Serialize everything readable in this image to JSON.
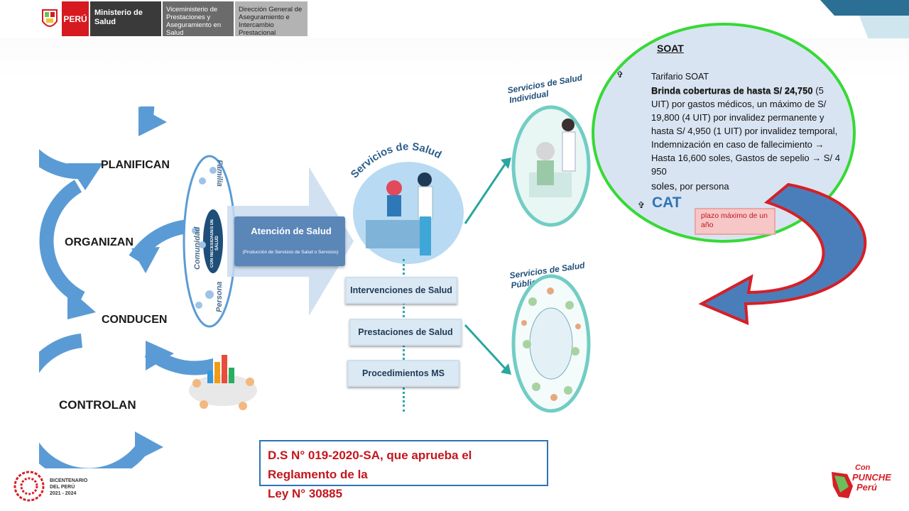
{
  "header": {
    "peru_label": "PERÚ",
    "ministry": "Ministerio de Salud",
    "viceministry": "Viceministerio de Prestaciones y Aseguramiento en Salud",
    "direction": "Dirección General de Aseguramiento e Intercambio Prestacional"
  },
  "cycle": {
    "items": [
      "PLANIFICAN",
      "ORGANIZAN",
      "CONDUCEN",
      "CONTROLAN"
    ]
  },
  "needs_circle": {
    "center": "CON NECESIDADES DE SALUD",
    "family": "Familia",
    "community": "Comunidad",
    "person": "Persona"
  },
  "attention": {
    "title": "Atención de Salud",
    "subtitle": "(Producción de Servicios de Salud o Servicios)"
  },
  "services": {
    "arc_title": "Servicios de Salud",
    "individual": "Servicios de Salud Individual",
    "public": "Servicios de Salud Pública",
    "boxes": [
      "Intervenciones de Salud",
      "Prestaciones de Salud",
      "Procedimientos MS"
    ]
  },
  "law": {
    "line1": "D.S N°  019-2020-SA, que aprueba el Reglamento de la",
    "line2": "Ley N° 30885"
  },
  "soat": {
    "title": "SOAT",
    "tarifario": "Tarifario SOAT",
    "bold_intro": "Brinda coberturas de hasta S/ 24,750",
    "body": "(5 UIT) por gastos médicos, un máximo de S/ 19,800 (4 UIT) por invalidez permanente y hasta S/ 4,950 (1 UIT) por invalidez temporal, Indemnización en caso de fallecimiento → Hasta 16,600 soles, Gastos de sepelio →  S/  4 950",
    "tail_big": "soles,",
    "tail": " por persona",
    "cat": "CAT",
    "plazo": "plazo máximo de un año"
  },
  "footer": {
    "bicentenario_1": "BICENTENARIO",
    "bicentenario_2": "DEL PERÚ",
    "bicentenario_3": "2021 - 2024",
    "logo_1": "Con",
    "logo_2": "PUNCHE",
    "logo_3": "Perú"
  },
  "colors": {
    "cycle_blue": "#5b9bd5",
    "green_border": "#36d936",
    "arrow_red": "#d61f26",
    "arrow_blue": "#4a7ebb",
    "law_red": "#c4161c"
  }
}
